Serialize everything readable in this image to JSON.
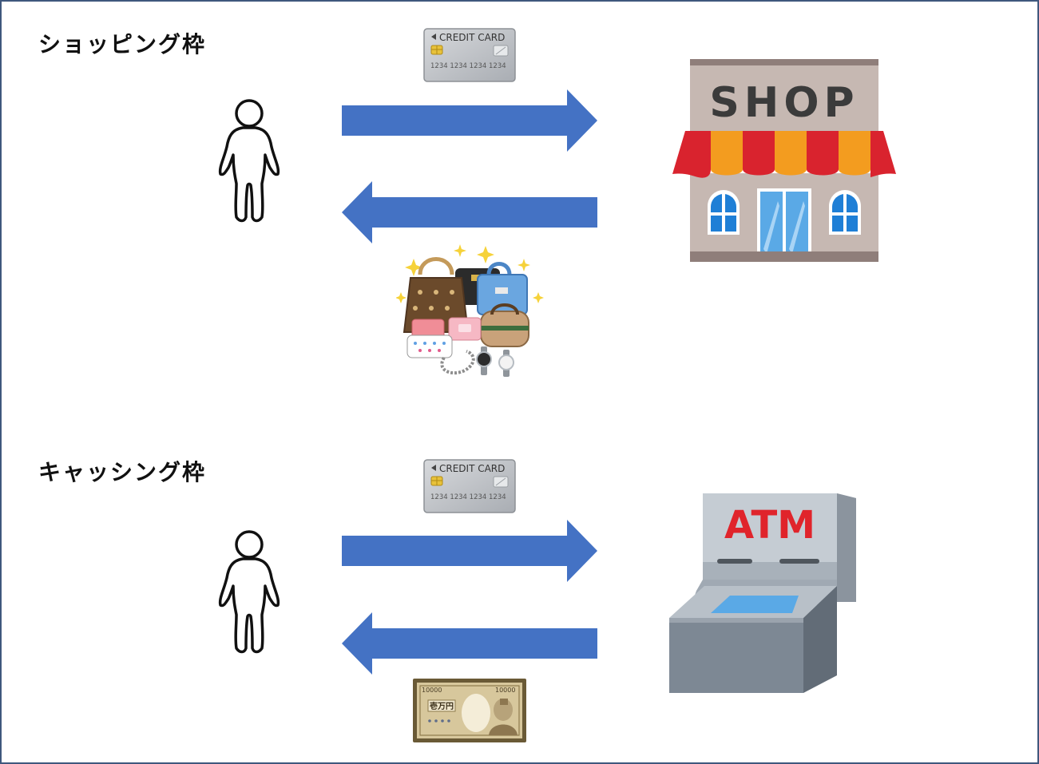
{
  "sections": [
    {
      "title": "ショッピング枠",
      "card_label": "CREDIT CARD",
      "card_number": "1234 1234 1234 1234",
      "destination_sign": "SHOP"
    },
    {
      "title": "キャッシング枠",
      "card_label": "CREDIT CARD",
      "card_number": "1234 1234 1234 1234",
      "destination_sign": "ATM",
      "banknote_value": "10000",
      "banknote_text": "壱万円"
    }
  ],
  "colors": {
    "arrow": "#4472c4",
    "frame": "#3f587d",
    "shop_awning_red": "#d9232e",
    "shop_awning_orange": "#f39c1f",
    "atm_sign": "#e0242b"
  },
  "icons": [
    "person-icon",
    "credit-card-icon",
    "shop-icon",
    "luxury-goods-icon",
    "atm-icon",
    "banknote-icon"
  ]
}
